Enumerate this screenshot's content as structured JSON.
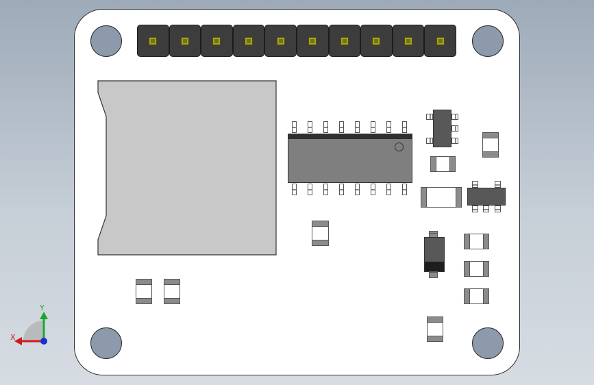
{
  "triad": {
    "x_label": "X",
    "y_label": "Y"
  },
  "colors": {
    "background_top": "#9daab8",
    "background_bottom": "#d6dce2",
    "board": "#ffffff",
    "mounting_hole": "#8c9aab",
    "header_body": "#3d3d3d",
    "header_pin": "#a8a21c",
    "sd_slot": "#c8c8c8",
    "ic_body": "#7f7f7f",
    "axis_x": "#d11a1a",
    "axis_y": "#1aa82b",
    "axis_z": "#1a2ed1"
  },
  "icons": {
    "triad": "coordinate-triad-icon",
    "hole": "mounting-hole-icon",
    "pin": "header-pin-icon"
  },
  "header": {
    "pin_count": 10
  }
}
